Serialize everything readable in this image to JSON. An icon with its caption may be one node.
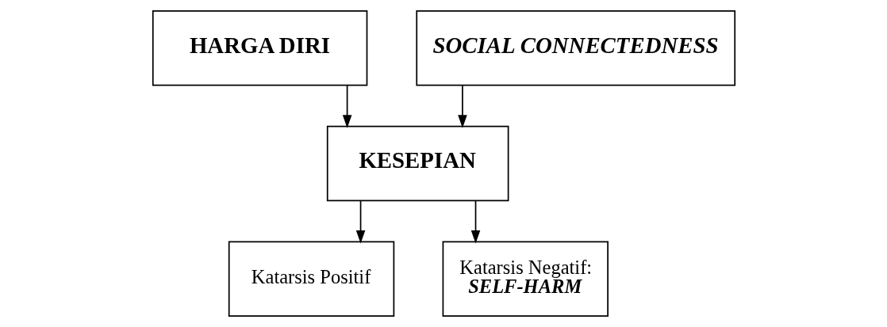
{
  "diagram": {
    "nodes": [
      {
        "text": [
          "HARGA DIRI"
        ]
      },
      {
        "text": [
          "SOCIAL CONNECTEDNESS"
        ]
      },
      {
        "text": [
          "KESEPIAN"
        ]
      },
      {
        "text": [
          "Katarsis Positif"
        ]
      },
      {
        "text": [
          "Katarsis Negatif:",
          "SELF-HARM"
        ]
      }
    ],
    "edges": [
      {
        "from": 0,
        "to": 2,
        "arrow": "to"
      },
      {
        "from": 1,
        "to": 2,
        "arrow": "to"
      },
      {
        "from": 2,
        "to": 3,
        "arrow": "to"
      },
      {
        "from": 2,
        "to": 4,
        "arrow": "to"
      }
    ]
  }
}
